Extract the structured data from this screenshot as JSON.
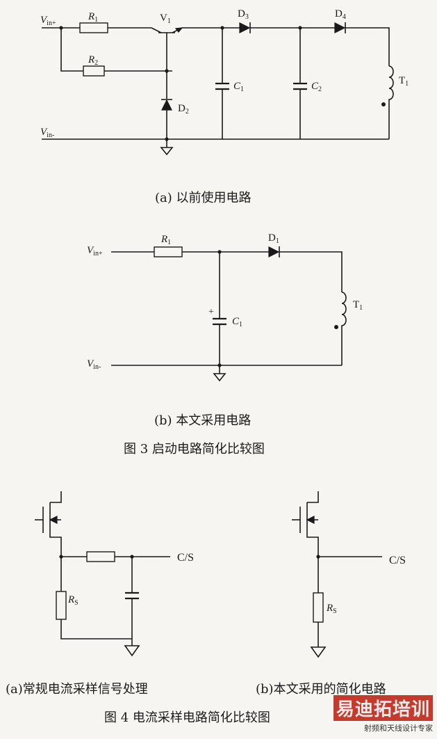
{
  "fig3": {
    "a": {
      "labels": {
        "vin_plus": "V",
        "vin_plus_sub": "in+",
        "r1": "R",
        "r1_sub": "1",
        "r2": "R",
        "r2_sub": "2",
        "v1": "V",
        "v1_sub": "1",
        "d3": "D",
        "d3_sub": "3",
        "d4": "D",
        "d4_sub": "4",
        "d2": "D",
        "d2_sub": "2",
        "c1": "C",
        "c1_sub": "1",
        "c2": "C",
        "c2_sub": "2",
        "t1": "T",
        "t1_sub": "1",
        "vin_minus": "V",
        "vin_minus_sub": "in-"
      },
      "caption": "(a)  以前使用电路"
    },
    "b": {
      "labels": {
        "vin_plus": "V",
        "vin_plus_sub": "in+",
        "r1": "R",
        "r1_sub": "1",
        "d1": "D",
        "d1_sub": "1",
        "c1": "C",
        "c1_sub": "1",
        "plus": "+",
        "t1": "T",
        "t1_sub": "1",
        "vin_minus": "V",
        "vin_minus_sub": "in-"
      },
      "caption": "(b)  本文采用电路"
    },
    "title": "图 3   启动电路简化比较图"
  },
  "fig4": {
    "a": {
      "labels": {
        "cs": "C/S",
        "rs": "R",
        "rs_sub": "S"
      },
      "caption": "(a)常规电流采样信号处理"
    },
    "b": {
      "labels": {
        "cs": "C/S",
        "rs": "R",
        "rs_sub": "S"
      },
      "caption": "(b)本文采用的简化电路"
    },
    "title": "图 4   电流采样电路简化比较图"
  },
  "watermark": {
    "main": "易迪拓培训",
    "sub": "射频和天线设计专家"
  }
}
